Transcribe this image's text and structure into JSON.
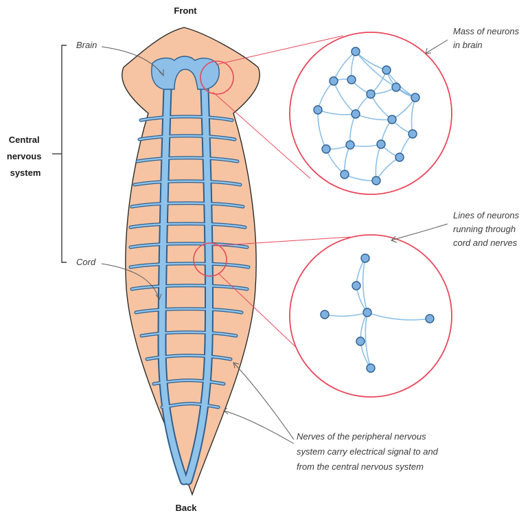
{
  "labels": {
    "front": "Front",
    "back": "Back",
    "cns": [
      "Central",
      "nervous",
      "system"
    ],
    "brain": "Brain",
    "cord": "Cord",
    "mass_neurons": [
      "Mass of neurons",
      "in brain"
    ],
    "lines_neurons": [
      "Lines of neurons",
      "running through",
      "cord and nerves"
    ],
    "peripheral": [
      "Nerves of the peripheral nervous",
      "system carry electrical signal to and",
      "from the central nervous system"
    ]
  },
  "colors": {
    "body_fill": "#f6c4a2",
    "body_stroke": "#2b2b2b",
    "nerve_fill": "#8fc3ea",
    "nerve_outline": "#2e5f8f",
    "brain_fill": "#8dbfe8",
    "callout_circle": "#e8475a",
    "neuron_fill": "#7fb2e0",
    "neuron_link": "#8cc0e8"
  }
}
